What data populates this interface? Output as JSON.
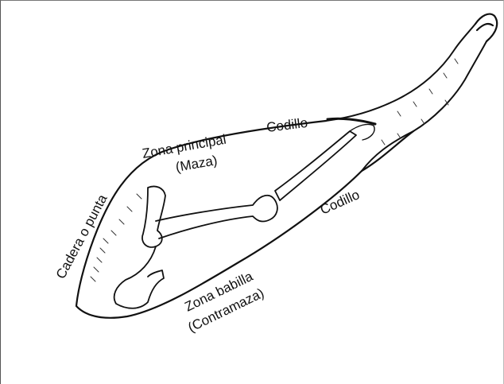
{
  "labels": {
    "codillo_top": "Codillo",
    "zona_principal_line1": "Zona principal",
    "zona_principal_line2": "(Maza)",
    "cadera": "Cadera o punta",
    "codillo_right": "Codillo",
    "zona_babilla_line1": "Zona babilla",
    "zona_babilla_line2": "(Contramaza)"
  },
  "colors": {
    "ink": "#111111",
    "background": "#ffffff"
  }
}
